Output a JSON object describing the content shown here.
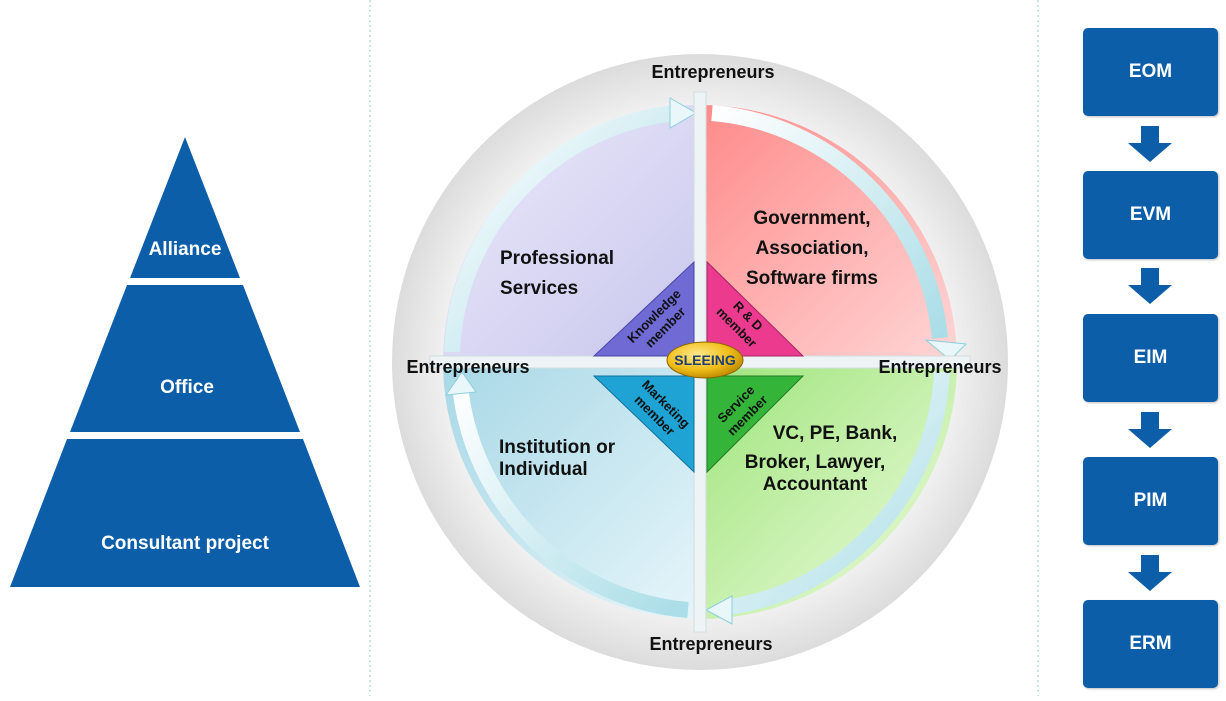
{
  "pyramid": {
    "levels": [
      {
        "label": "Alliance"
      },
      {
        "label": "Office"
      },
      {
        "label": "Consultant project"
      }
    ]
  },
  "cycle": {
    "center": "SLEEING",
    "outer_labels": {
      "top": "Entrepreneurs",
      "left": "Entrepreneurs",
      "right": "Entrepreneurs",
      "bottom": "Entrepreneurs"
    },
    "quadrants": {
      "top_left": {
        "lines": [
          "Professional",
          "Services"
        ],
        "member": [
          "Knowledge",
          "member"
        ]
      },
      "top_right": {
        "lines": [
          "Government,",
          "Association,",
          "Software firms"
        ],
        "member": [
          "R & D",
          "member"
        ]
      },
      "bottom_left": {
        "lines": [
          "Institution or",
          "Individual"
        ],
        "member": [
          "Marketing",
          "member"
        ]
      },
      "bottom_right": {
        "lines": [
          "VC, PE, Bank,",
          "Broker, Lawyer,",
          "Accountant"
        ],
        "member": [
          "Service",
          "member"
        ]
      }
    }
  },
  "flow": {
    "steps": [
      {
        "label": "EOM"
      },
      {
        "label": "EVM"
      },
      {
        "label": "EIM"
      },
      {
        "label": "PIM"
      },
      {
        "label": "ERM"
      }
    ]
  },
  "colors": {
    "blue": "#0d5ea8",
    "lavender": "#d9d8f4",
    "pink": "#fbb0b0",
    "cyan": "#c6e6ef",
    "green": "#d8f5b5",
    "gold": "#f1be1a"
  }
}
